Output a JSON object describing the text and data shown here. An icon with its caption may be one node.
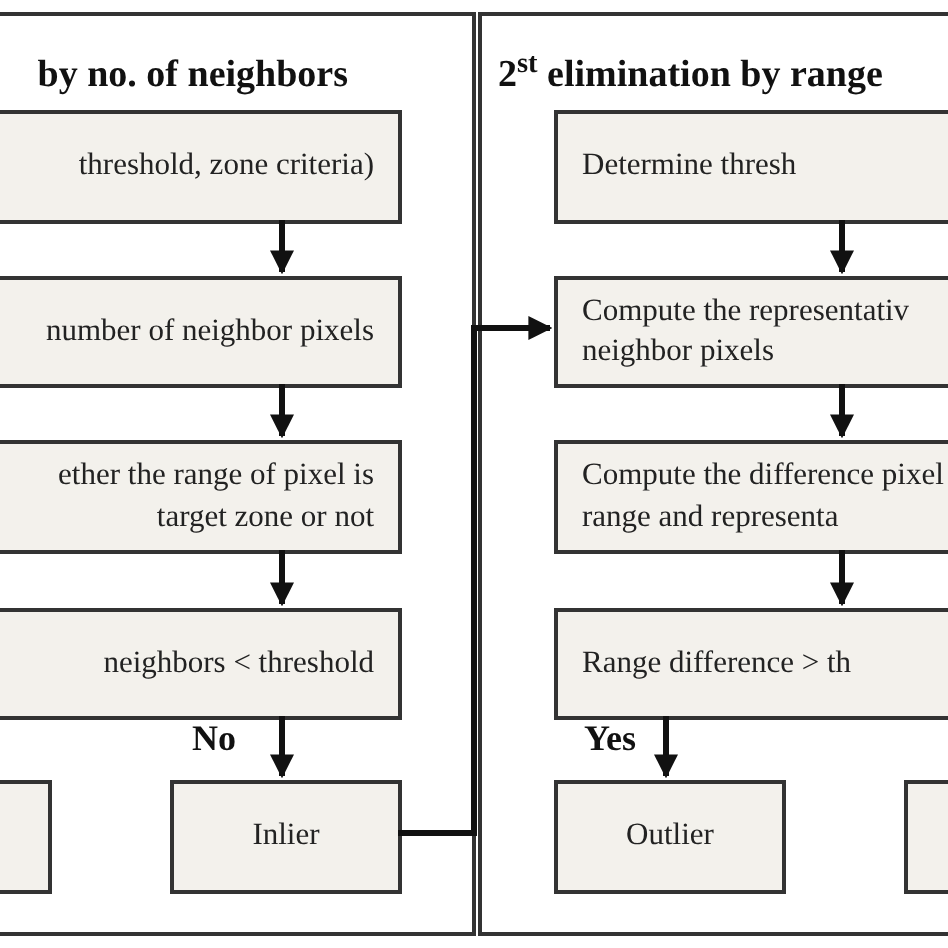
{
  "diagram": {
    "nodes": [
      {
        "text": [
          "by no. of neighbors"
        ]
      },
      {
        "text": [
          "threshold, zone criteria)"
        ],
        "in": 0
      },
      {
        "text": [
          "number of neighbor pixels"
        ],
        "in": 0
      },
      {
        "text": [
          "ether the range of pixel is target zone or not"
        ],
        "in": 0
      },
      {
        "text": [
          "neighbors < threshold"
        ],
        "in": 0
      },
      {
        "text": [],
        "shape": "box",
        "in": 0
      },
      {
        "text": [
          "Inlier"
        ],
        "in": 0
      },
      {
        "text": [
          "2$^{st}$ elimination by range"
        ]
      },
      {
        "text": [
          "Determine thresh"
        ],
        "in": 7
      },
      {
        "text": [
          "Compute the representativ neighbor pixels"
        ],
        "in": 7
      },
      {
        "text": [
          "Compute the difference pixel range and representa"
        ],
        "in": 7
      },
      {
        "text": [
          "Range difference > th"
        ],
        "in": 7
      },
      {
        "text": [
          "Outlier"
        ],
        "in": 7
      },
      {
        "text": [],
        "shape": "box",
        "in": 7
      }
    ],
    "edges": [
      {
        "from": 1,
        "to": 2,
        "arrow": "to"
      },
      {
        "from": 2,
        "to": 3,
        "arrow": "to"
      },
      {
        "from": 3,
        "to": 4,
        "arrow": "to"
      },
      {
        "from": 4,
        "to": 6,
        "arrow": "to",
        "label": "No"
      },
      {
        "from": 6,
        "to": 9,
        "arrow": "to"
      },
      {
        "from": 8,
        "to": 9,
        "arrow": "to"
      },
      {
        "from": 9,
        "to": 10,
        "arrow": "to"
      },
      {
        "from": 10,
        "to": 11,
        "arrow": "to"
      },
      {
        "from": 11,
        "to": 12,
        "arrow": "to",
        "label": "Yes"
      }
    ]
  }
}
